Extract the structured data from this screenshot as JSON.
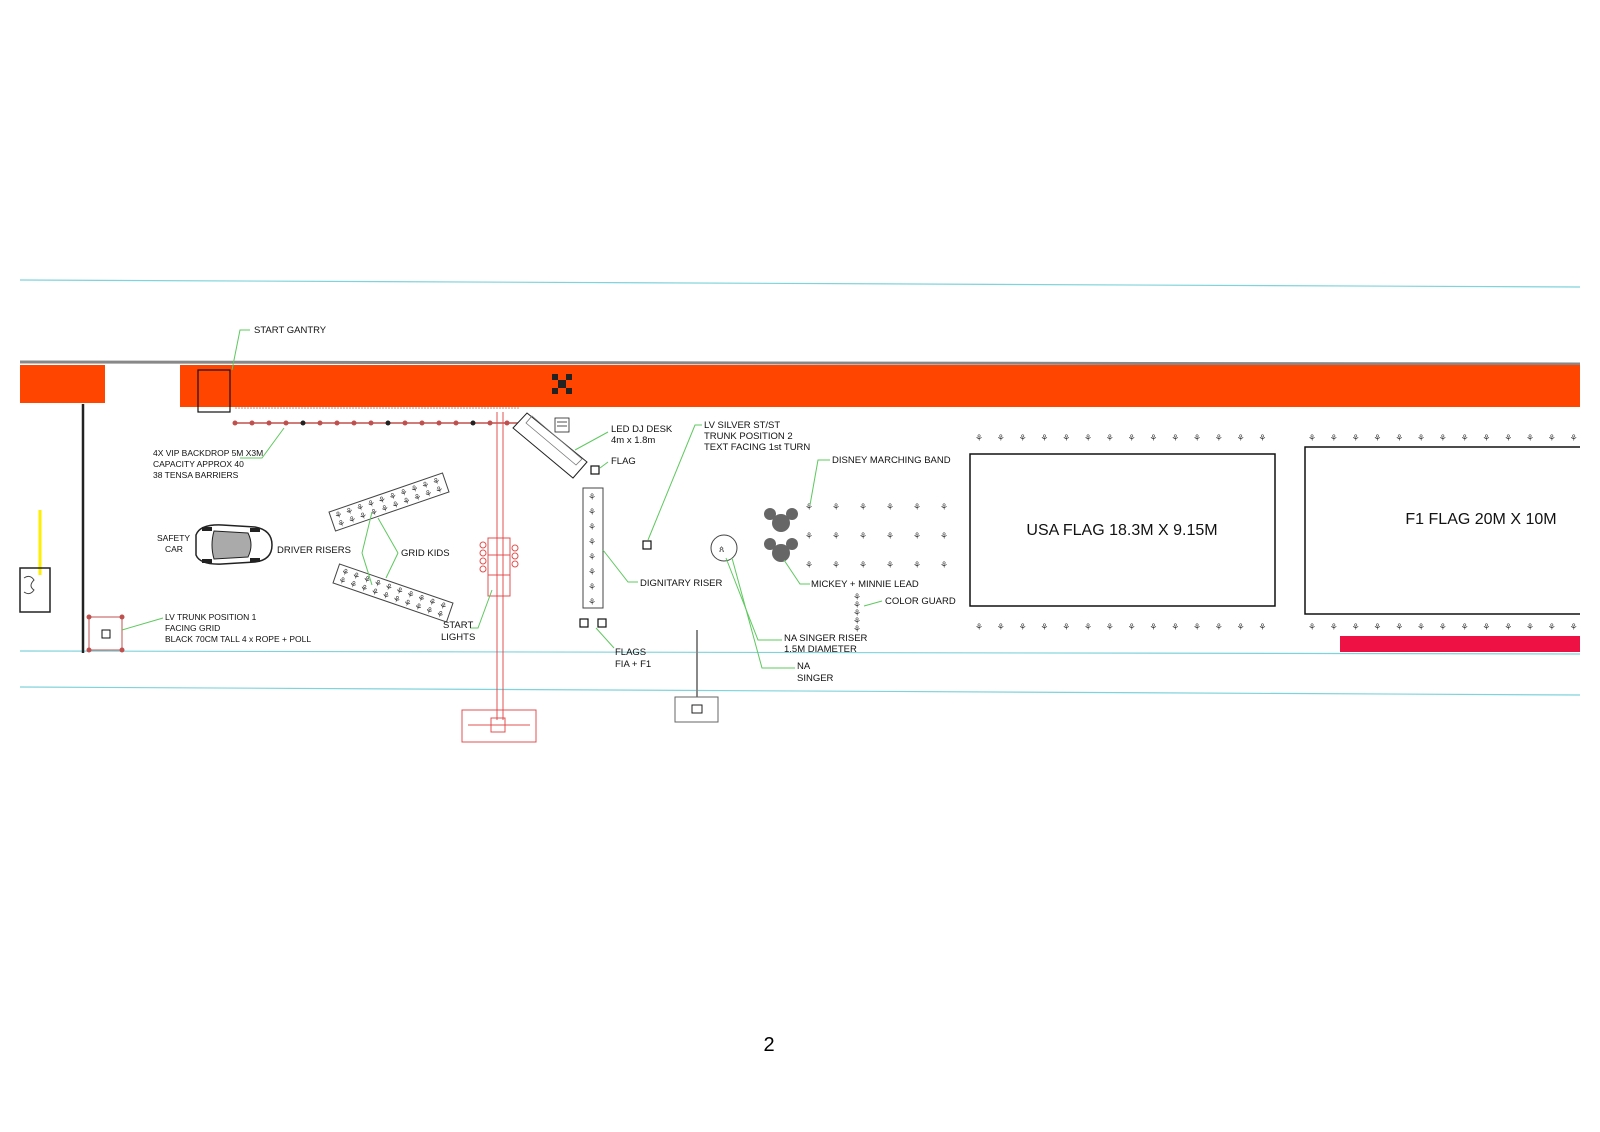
{
  "labels": {
    "start_gantry": "START GANTRY",
    "vip_backdrop": [
      "4X VIP BACKDROP 5M X3M",
      "CAPACITY APPROX 40",
      "38 TENSA BARRIERS"
    ],
    "led_dj_desk": [
      "LED DJ DESK",
      "4m x 1.8m"
    ],
    "lv_trunk_2": [
      "LV SILVER ST/ST",
      "TRUNK POSITION 2",
      "TEXT FACING 1st TURN"
    ],
    "disney_band": "DISNEY MARCHING BAND",
    "flag": "FLAG",
    "safety_car": [
      "SAFETY",
      "CAR"
    ],
    "driver_risers": "DRIVER  RISERS",
    "grid_kids": "GRID KIDS",
    "dignitary_riser": "DIGNITARY  RISER",
    "mickey_minnie": "MICKEY + MINNIE LEAD",
    "color_guard": "COLOR GUARD",
    "lv_trunk_1": [
      "LV TRUNK POSITION 1",
      "FACING GRID",
      "BLACK 70CM TALL 4 x ROPE + POLL"
    ],
    "start_lights": [
      "START",
      "LIGHTS"
    ],
    "flags_fia": [
      "FLAGS",
      "FIA + F1"
    ],
    "na_singer_riser": [
      "NA SINGER RISER",
      "1.5M DIAMETER"
    ],
    "na_singer": [
      "NA",
      "SINGER"
    ],
    "usa_flag": "USA FLAG 18.3M X 9.15M",
    "f1_flag": "F1 FLAG 20M X 10M"
  },
  "icons": {
    "person": "person-icon",
    "mickey": "mickey-head-icon",
    "car": "safety-car-icon"
  },
  "colors": {
    "track_band": "#ff4500",
    "pink_bar": "#ee1144",
    "leader_line": "#5ec85e",
    "track_edge": "#7fd3dc",
    "lighting": "#e05050",
    "marker_yellow": "#ffee00"
  },
  "page_number": "2"
}
